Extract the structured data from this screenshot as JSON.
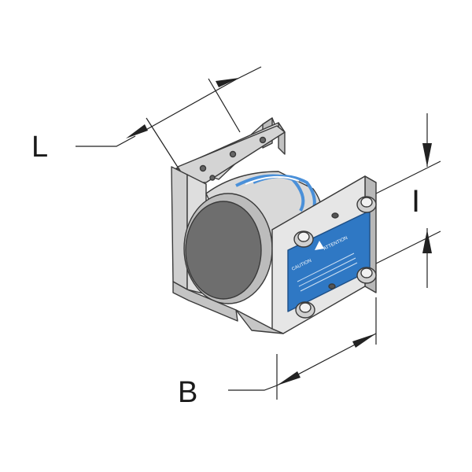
{
  "dimensions": {
    "length_label": "L",
    "width_label": "B",
    "spacing_label": "I"
  },
  "warning_plate": {
    "left_text": "CAUTION",
    "right_text": "ATTENTION"
  },
  "colors": {
    "metal_light": "#e3e3e3",
    "metal_mid": "#c9c9c9",
    "metal_dark": "#9a9a9a",
    "outline": "#3a3a3a",
    "plate_blue": "#2f78c4",
    "ring_blue": "#4a90d9",
    "magnet_face": "#6e6e6e"
  }
}
